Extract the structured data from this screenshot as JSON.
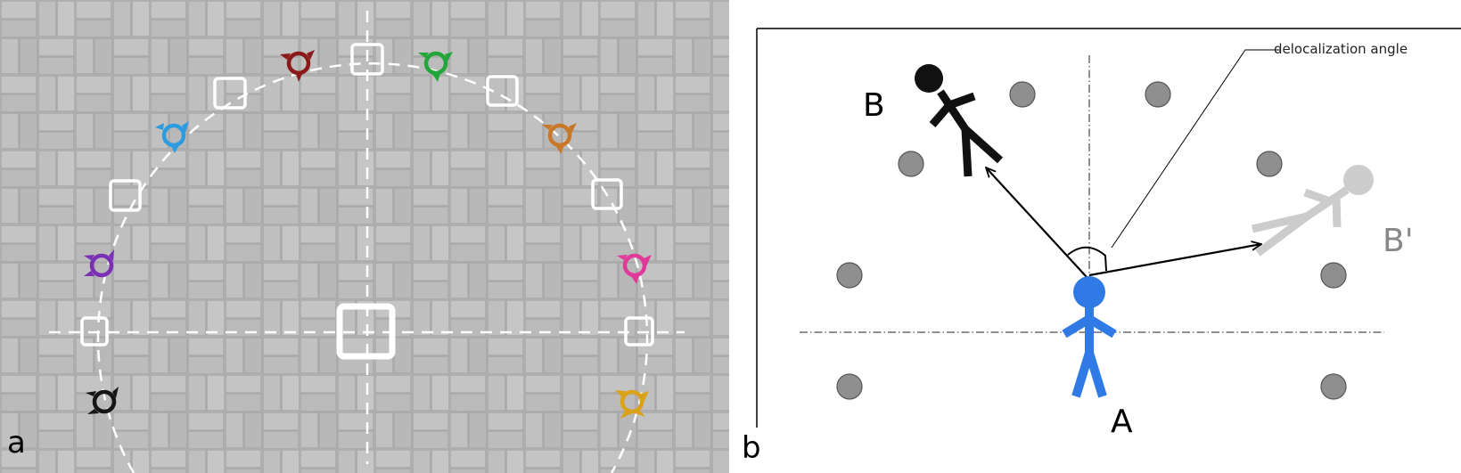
{
  "panels": {
    "a": {
      "letter": "a"
    },
    "b": {
      "letter": "b",
      "annotation": "delocalization angle",
      "labels": {
        "A": "A",
        "B": "B",
        "B_prime": "B'"
      }
    }
  },
  "colors": {
    "floor": "#bdbdbd",
    "tile_border": "#a9a9a9",
    "marker_white": "#ffffff",
    "person_A": "#2f7ae5",
    "person_B": "#111111",
    "person_B_prime": "#cccccc",
    "obstacle_fill": "#8f8f8f",
    "obstacle_stroke": "#555555",
    "marker_colors": [
      "#8b1a1a",
      "#22a63a",
      "#2d9be0",
      "#c9782a",
      "#7a2fb5",
      "#e0399a",
      "#151515",
      "#d9a21a"
    ]
  },
  "icons": {
    "square_marker": "square-target-icon",
    "ring_marker": "ring-marker-icon",
    "obstacle": "obstacle-dot-icon",
    "person": "stick-figure-icon"
  }
}
